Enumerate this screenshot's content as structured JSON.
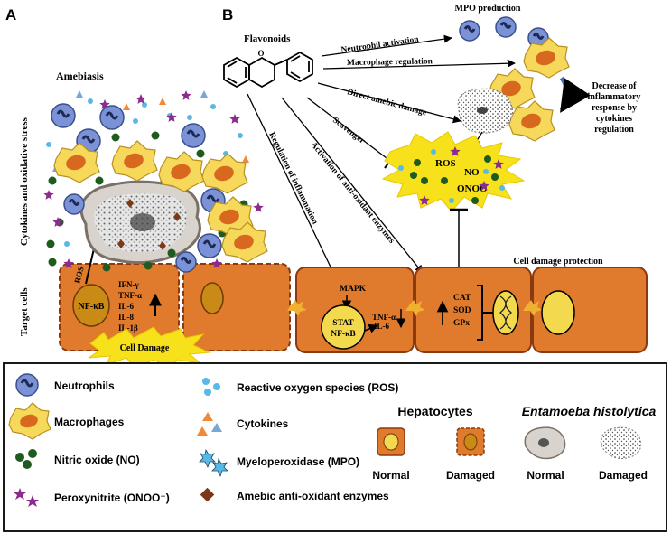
{
  "panels": {
    "a_label": "A",
    "b_label": "B"
  },
  "panel_a": {
    "title": "Amebiasis",
    "side_label": "Cytokines and oxidative stress",
    "target_label": "Target cells",
    "ros": "ROS",
    "nfkb": "NF-κB",
    "cytokine_list": [
      "IFN-γ",
      "TNF-α",
      "IL-6",
      "IL-8",
      "IL-1β"
    ],
    "cell_damage": "Cell Damage"
  },
  "panel_b": {
    "flavonoids": "Flavonoids",
    "mpo_production": "MPO production",
    "arrow_neutrophil": "Neutrophil activation",
    "arrow_macrophage": "Macrophage regulation",
    "arrow_amebic": "Direct amebic damage",
    "arrow_scavenger": "Scavenger",
    "arrow_inflammation": "Regulation of inflammation",
    "arrow_antioxidant": "Activation of anti-oxidant enzymes",
    "decrease_lines": [
      "Decrease of",
      "inflammatory",
      "response by",
      "cytokines",
      "regulation"
    ],
    "burst": [
      "ROS",
      "NO",
      "ONOO"
    ],
    "protection": "Cell damage protection",
    "mapk": "MAPK",
    "stat_lines": [
      "STAT",
      "NF-κB"
    ],
    "tnf_lines": [
      "TNF-α",
      "IL-6"
    ],
    "enzymes": [
      "CAT",
      "SOD",
      "GPx"
    ]
  },
  "legend": {
    "neutrophils": "Neutrophils",
    "macrophages": "Macrophages",
    "no": "Nitric oxide (NO)",
    "onoo": "Peroxynitrite (ONOO⁻)",
    "ros": "Reactive oxygen species (ROS)",
    "cytokines": "Cytokines",
    "mpo": "Myeloperoxidase (MPO)",
    "amebic": "Amebic anti-oxidant enzymes",
    "hepatocytes": "Hepatocytes",
    "entamoeba": "Entamoeba histolytica",
    "normal": "Normal",
    "damaged": "Damaged"
  },
  "colors": {
    "cell_orange": "#e07a2c",
    "cell_border": "#8b3a10",
    "nucleus_yellow": "#f2d94e",
    "burst_yellow": "#f7e11a",
    "neutrophil_blue": "#7b93d6",
    "macrophage_yellow": "#f6d85b",
    "macrophage_nucleus": "#d9681f",
    "no_green": "#1f5a1f",
    "ros_cyan": "#5ab8e6",
    "onoo_purple": "#8b2c8c",
    "cytokine_orange": "#f08a3a",
    "cytokine_blue": "#7aa7d6",
    "enzyme_brown": "#7a3a1a",
    "inhibit_blue": "#3a6bc8"
  }
}
